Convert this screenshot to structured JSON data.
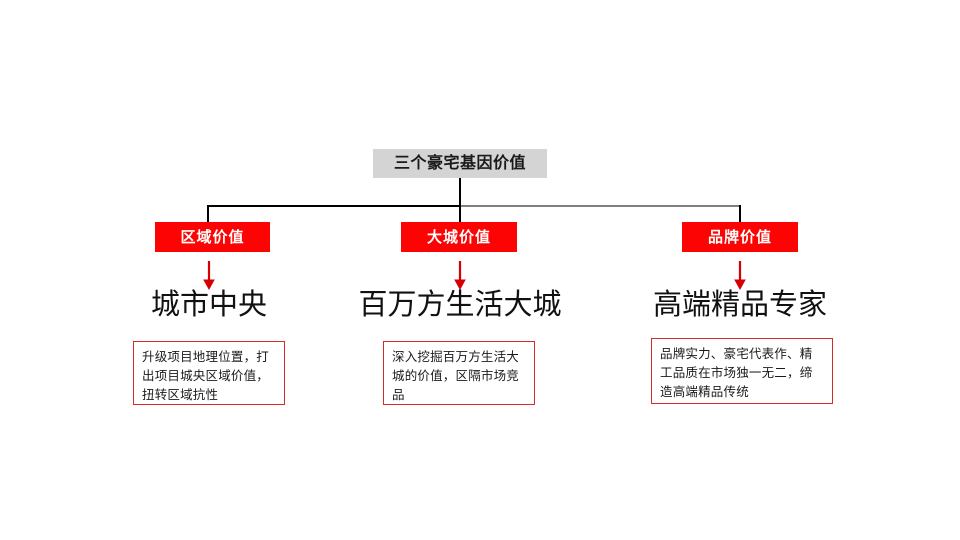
{
  "slide": {
    "background_color": "#ffffff",
    "root": {
      "label": "三个豪宅基因价值",
      "fill_color": "#d4d4d4",
      "text_color": "#1a1a1a"
    },
    "connector": {
      "line_color_left": "#000000",
      "line_color_right": "#7f7f7f"
    },
    "branches": [
      {
        "category": "区域价值",
        "category_fill": "#fc0404",
        "category_text_color": "#ffffff",
        "arrow_color": "#d40000",
        "headline": "城市中央",
        "caption": "升级项目地理位置，打出项目城央区域价值，扭转区域抗性",
        "caption_border_color": "#d42b2b"
      },
      {
        "category": "大城价值",
        "category_fill": "#fc0404",
        "category_text_color": "#ffffff",
        "arrow_color": "#d40000",
        "headline": "百万方生活大城",
        "caption": "深入挖掘百万方生活大城的价值，区隔市场竞品",
        "caption_border_color": "#d42b2b"
      },
      {
        "category": "品牌价值",
        "category_fill": "#fc0404",
        "category_text_color": "#ffffff",
        "arrow_color": "#d40000",
        "headline": "高端精品专家",
        "caption": "品牌实力、豪宅代表作、精工品质在市场独一无二，缔造高端精品传统",
        "caption_border_color": "#d42b2b"
      }
    ]
  }
}
